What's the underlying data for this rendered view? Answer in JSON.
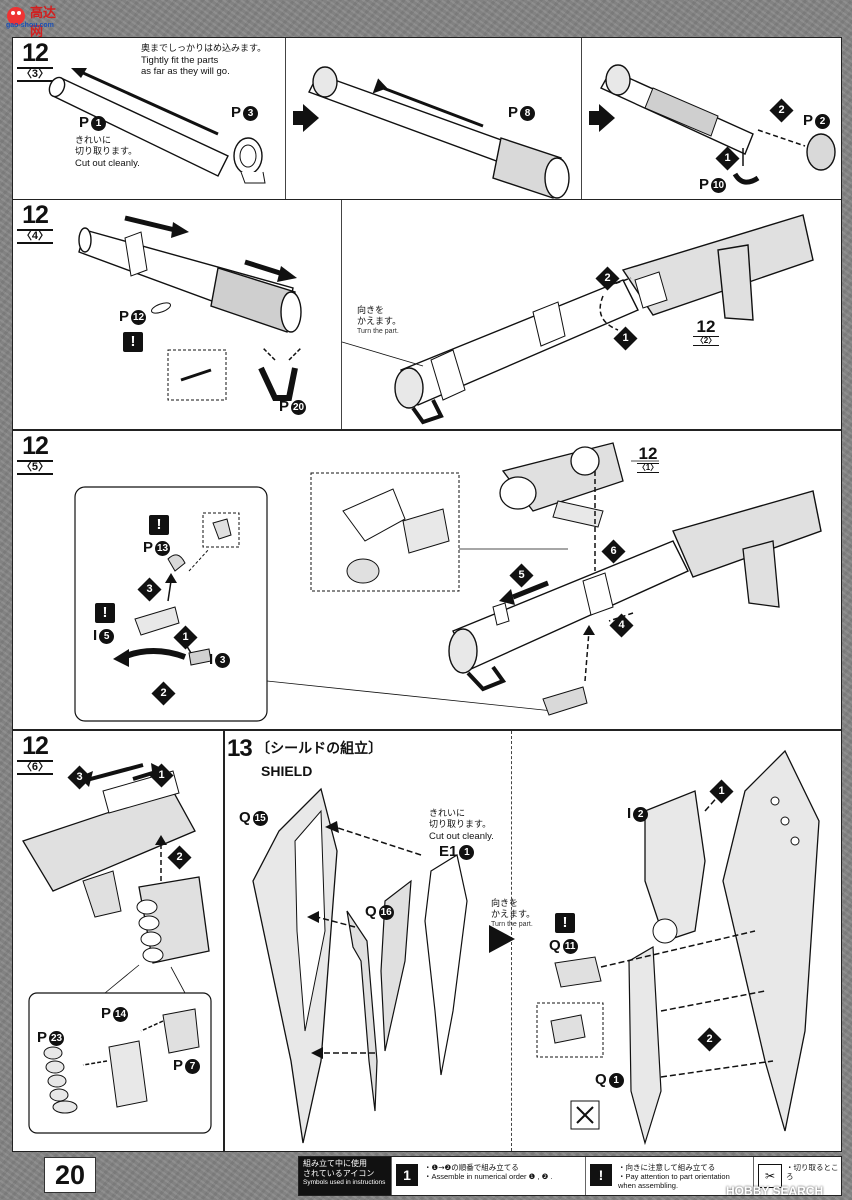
{
  "watermark_top": {
    "text": "高达网",
    "sub": "gao-shou.com"
  },
  "watermark_bottom": {
    "text": "HOBBY SEARCH"
  },
  "page_number": "20",
  "steps": {
    "s12_3": {
      "num": "12",
      "sub": "〈3〉",
      "note_jp": "奥までしっかりはめ込みます。",
      "note_en_1": "Tightly fit the parts",
      "note_en_2": "as far as they will go.",
      "cut_jp_1": "きれいに",
      "cut_jp_2": "切り取ります。",
      "cut_en": "Cut out cleanly.",
      "parts": [
        {
          "letter": "P",
          "num": "1"
        },
        {
          "letter": "P",
          "num": "3"
        },
        {
          "letter": "P",
          "num": "8"
        },
        {
          "letter": "P",
          "num": "2"
        },
        {
          "letter": "P",
          "num": "10"
        }
      ],
      "seq": [
        "1",
        "2"
      ]
    },
    "s12_4": {
      "num": "12",
      "sub": "〈4〉",
      "turn_jp_1": "向きを",
      "turn_jp_2": "かえます。",
      "turn_en": "Turn the part.",
      "parts": [
        {
          "letter": "P",
          "num": "12"
        },
        {
          "letter": "P",
          "num": "20"
        }
      ],
      "warn": "!",
      "ref_num": "12",
      "ref_sub": "〈2〉",
      "seq": [
        "1",
        "2"
      ]
    },
    "s12_5": {
      "num": "12",
      "sub": "〈5〉",
      "parts": [
        {
          "letter": "P",
          "num": "13"
        },
        {
          "letter": "I",
          "num": "5"
        },
        {
          "letter": "I",
          "num": "3"
        }
      ],
      "warn": "!",
      "ref_num": "12",
      "ref_sub": "〈1〉",
      "seq": [
        "1",
        "2",
        "3",
        "4",
        "5",
        "6"
      ]
    },
    "s12_6": {
      "num": "12",
      "sub": "〈6〉",
      "parts": [
        {
          "letter": "P",
          "num": "14"
        },
        {
          "letter": "P",
          "num": "23"
        },
        {
          "letter": "P",
          "num": "7"
        }
      ],
      "seq": [
        "1",
        "2",
        "3"
      ]
    },
    "s13": {
      "num": "13",
      "title_jp": "〔シールドの組立〕",
      "title_en": "SHIELD",
      "cut_jp_1": "きれいに",
      "cut_jp_2": "切り取ります。",
      "cut_en": "Cut out cleanly.",
      "turn_jp_1": "向きを",
      "turn_jp_2": "かえます。",
      "turn_en": "Turn the part.",
      "parts": [
        {
          "letter": "Q",
          "num": "15"
        },
        {
          "letter": "Q",
          "num": "16"
        },
        {
          "letter": "E1",
          "num": "1"
        },
        {
          "letter": "I",
          "num": "2"
        },
        {
          "letter": "Q",
          "num": "11"
        },
        {
          "letter": "Q",
          "num": "1"
        }
      ],
      "warn": "!",
      "seq": [
        "1",
        "2"
      ]
    }
  },
  "legend": {
    "label_jp_1": "組み立て中に使用",
    "label_jp_2": "されているアイコン",
    "label_en": "Symbols used in instructions",
    "items": [
      {
        "icon": "1",
        "jp": "・❶→❷の順番で組み立てる",
        "en": "・Assemble in numerical order ❶ , ❷ ."
      },
      {
        "icon": "!",
        "jp": "・向きに注意して組み立てる",
        "en": "・Pay attention to part orientation",
        "en2": "when assembling."
      },
      {
        "icon": "cutter",
        "jp": "・切り取るところ",
        "en": ""
      }
    ]
  },
  "colors": {
    "page_bg": "#858585",
    "panel_bg": "#ffffff",
    "ink": "#111111",
    "part_gray": "#d9d9d9",
    "watermark_red": "#d21f1f"
  }
}
